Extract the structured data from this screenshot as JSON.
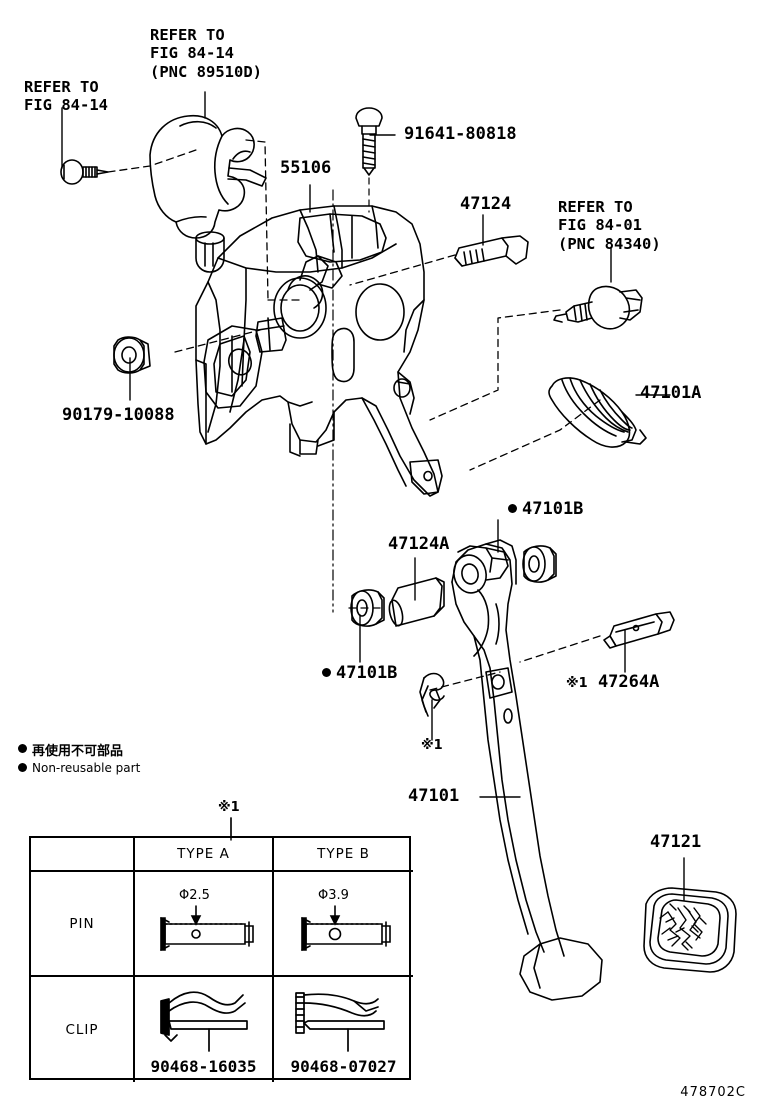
{
  "diagram": {
    "title": "Toyota brake pedal and bracket exploded parts diagram",
    "figure_code": "478702C",
    "bg_color": "#ffffff",
    "line_color": "#000000"
  },
  "callouts": {
    "refer_left": "REFER TO\nFIG 84-14",
    "refer_top": "REFER TO\nFIG 84-14\n(PNC 89510D)",
    "refer_right": "REFER TO\nFIG 84-01\n(PNC 84340)",
    "p_55106": "55106",
    "p_91641": "91641-80818",
    "p_47124": "47124",
    "p_47101A": "47101A",
    "p_90179": "90179-10088",
    "p_47101B_top": "47101B",
    "p_47101B_bottom": "47101B",
    "p_47124A": "47124A",
    "p_47264A": "47264A",
    "p_47101": "47101",
    "p_47121": "47121",
    "star_pin": "※1",
    "star_clip": "※1",
    "star_table": "※1"
  },
  "legend": {
    "jp": "再使用不可部品",
    "en": "Non-reusable part"
  },
  "table": {
    "corner": "",
    "columns": [
      "TYPE A",
      "TYPE B"
    ],
    "rows": [
      {
        "label": "PIN",
        "cells": [
          {
            "dim": "Φ2.5",
            "part": ""
          },
          {
            "dim": "Φ3.9",
            "part": ""
          }
        ]
      },
      {
        "label": "CLIP",
        "cells": [
          {
            "dim": "",
            "part": "90468-16035"
          },
          {
            "dim": "",
            "part": "90468-07027"
          }
        ]
      }
    ]
  }
}
